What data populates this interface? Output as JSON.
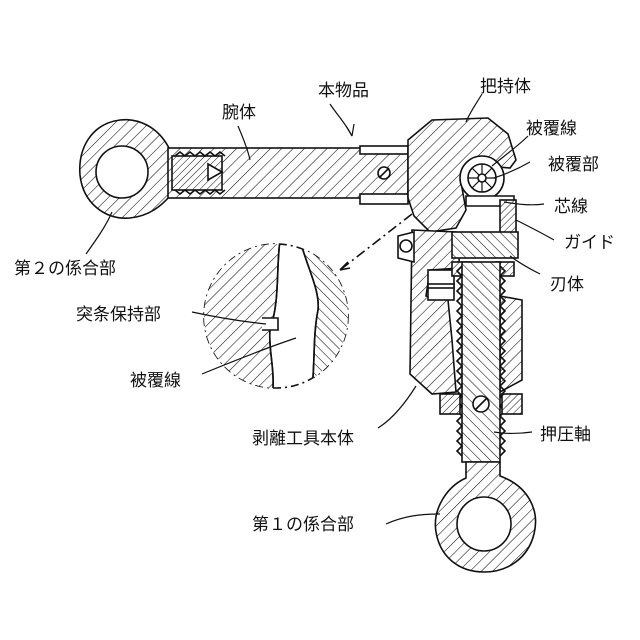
{
  "labels": {
    "arm_body": "腕体",
    "main_article": "本物品",
    "gripper_body": "把持体",
    "coated_wire_top": "被覆線",
    "coating_part": "被覆部",
    "core_wire": "芯線",
    "guide": "ガイド",
    "second_engagement": "第２の係合部",
    "blade_body": "刃体",
    "protrusion_holder": "突条保持部",
    "coated_wire_detail": "被覆線",
    "stripping_tool_body": "剥離工具本体",
    "press_shaft": "押圧軸",
    "first_engagement": "第１の係合部"
  },
  "colors": {
    "line": "#111111",
    "background": "#ffffff"
  }
}
